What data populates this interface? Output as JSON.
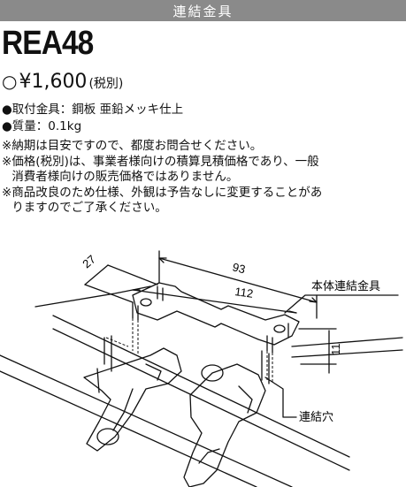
{
  "header": {
    "title": "連結金具"
  },
  "product": {
    "model": "REA48",
    "price_symbol": "○",
    "price": "¥1,600",
    "price_note": "(税別)"
  },
  "specs": [
    {
      "bullet": "●",
      "text": "取付金具：鋼板 亜鉛メッキ仕上"
    },
    {
      "bullet": "●",
      "text": "質量：0.1kg"
    }
  ],
  "notes": [
    {
      "mark": "※",
      "text": "納期は目安ですので、都度お問合せください。"
    },
    {
      "mark": "※",
      "text": "価格(税別)は、事業者様向けの積算見積価格であり、一般\n消費者様向けの販売価格ではありません。"
    },
    {
      "mark": "※",
      "text": "商品改良のため仕様、外観は予告なしに変更することがあ\nりますのでご了承ください。"
    }
  ],
  "drawing": {
    "dimensions": {
      "width_total": "93",
      "hole_pitch": "112",
      "depth": "27",
      "height": "11"
    },
    "labels": {
      "bracket": "本体連結金具",
      "hole": "連結穴"
    }
  }
}
